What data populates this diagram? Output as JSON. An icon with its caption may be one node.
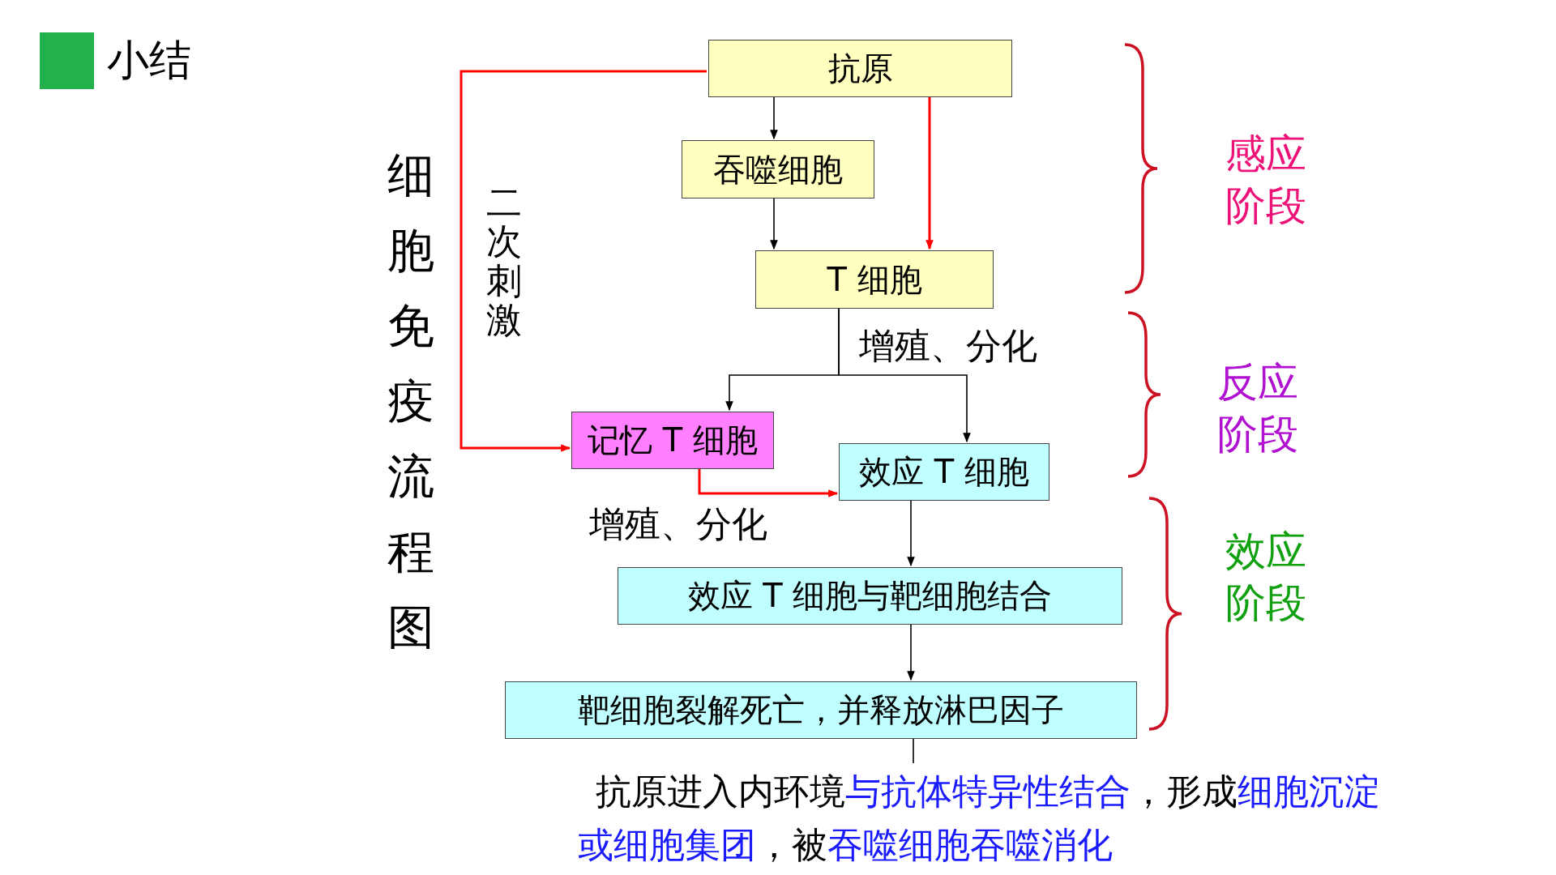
{
  "diagram": {
    "title": "小结",
    "nodes": [
      {
        "text": [
          "抗原"
        ]
      },
      {
        "text": [
          "吞噬细胞"
        ]
      },
      {
        "text": [
          "T 细胞"
        ]
      },
      {
        "text": [
          "记忆 T 细胞"
        ]
      },
      {
        "text": [
          "效应 T 细胞"
        ]
      },
      {
        "text": [
          "效应 T 细胞与靶细胞结合"
        ]
      },
      {
        "text": [
          "靶细胞裂解死亡，并释放淋巴因子"
        ]
      },
      {
        "text": [
          "抗原进入内环境",
          "与抗体特异性结合",
          "，形成",
          "细胞沉淀或细胞集团",
          "，被",
          "吞噬细胞吞噬消化"
        ]
      }
    ],
    "edges": [
      {
        "from": 0,
        "to": 1,
        "arrow": "to"
      },
      {
        "from": 1,
        "to": 2,
        "arrow": "to"
      },
      {
        "from": 0,
        "to": 2,
        "arrow": "to",
        "color": "#ff0000"
      },
      {
        "from": 0,
        "to": 3,
        "arrow": "to",
        "color": "#ff0000",
        "label": "二次刺激"
      },
      {
        "from": 2,
        "to": 3,
        "arrow": "to",
        "label": "增殖、分化"
      },
      {
        "from": 2,
        "to": 4,
        "arrow": "to"
      },
      {
        "from": 3,
        "to": 4,
        "arrow": "to",
        "color": "#ff0000",
        "label": "增殖、分化"
      },
      {
        "from": 4,
        "to": 5,
        "arrow": "to"
      },
      {
        "from": 5,
        "to": 6,
        "arrow": "to"
      },
      {
        "from": 6,
        "to": 7,
        "arrow": "none"
      }
    ],
    "labels": [
      "细胞免疫流程图",
      "感应阶段",
      "反应阶段",
      "效应阶段"
    ]
  }
}
